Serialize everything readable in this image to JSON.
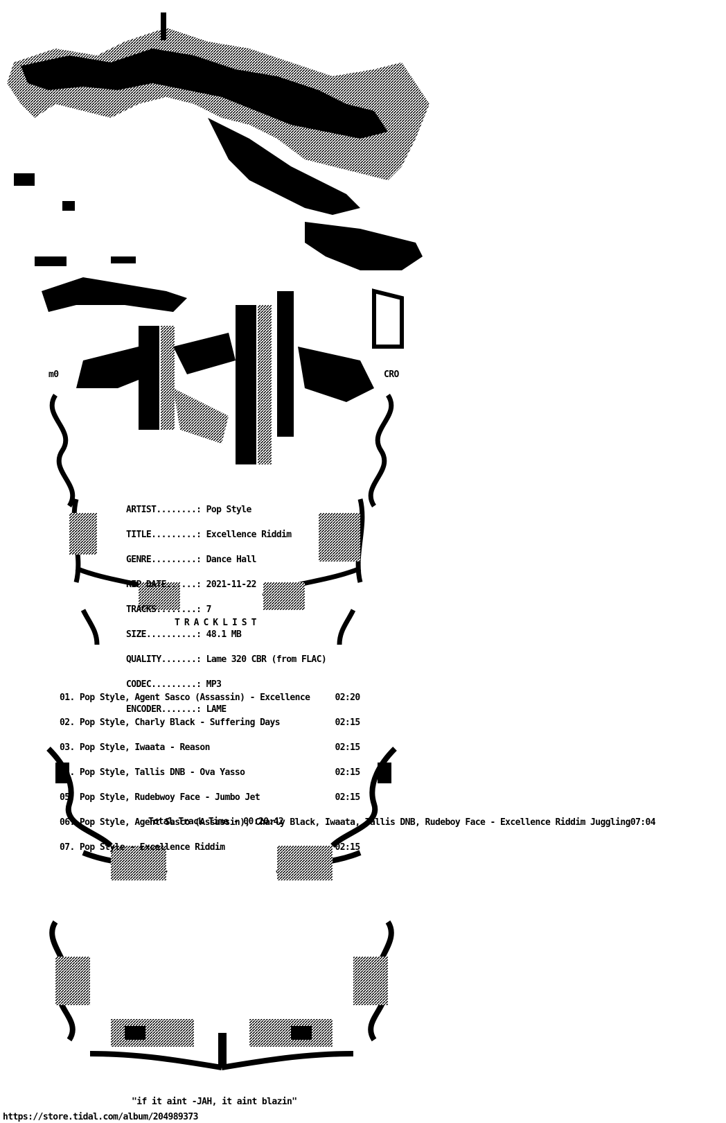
{
  "art_tags": {
    "left": "m0",
    "right": "CRO"
  },
  "info": [
    {
      "label": "ARTIST........:",
      "value": "Pop Style"
    },
    {
      "label": "TITLE.........:",
      "value": "Excellence Riddim"
    },
    {
      "label": "GENRE.........:",
      "value": "Dance Hall"
    },
    {
      "label": "RIP DATE......:",
      "value": "2021-11-22"
    },
    {
      "label": "TRACKS........:",
      "value": "7"
    },
    {
      "label": "SIZE..........:",
      "value": "48.1 MB"
    },
    {
      "label": "QUALITY.......:",
      "value": "Lame 320 CBR (from FLAC)"
    },
    {
      "label": "CODEC.........:",
      "value": "MP3"
    },
    {
      "label": "ENCODER.......:",
      "value": "LAME"
    }
  ],
  "tracklist_heading": "TRACKLIST",
  "tracks": [
    {
      "text": "01. Pop Style, Agent Sasco (Assassin) - Excellence     ",
      "time": "02:20"
    },
    {
      "text": "02. Pop Style, Charly Black - Suffering Days           ",
      "time": "02:15"
    },
    {
      "text": "03. Pop Style, Iwaata - Reason                         ",
      "time": "02:15"
    },
    {
      "text": "04. Pop Style, Tallis DNB - Ova Yasso                  ",
      "time": "02:15"
    },
    {
      "text": "05. Pop Style, Rudebwoy Face - Jumbo Jet               ",
      "time": "02:15"
    },
    {
      "text": "06. Pop Style, Agent Sasco (Assassin), Charly Black, Iwaata, Tallis DNB, Rudeboy Face - Excellence Riddim Juggling",
      "time": "07:04"
    },
    {
      "text": "07. Pop Style - Excellence Riddim                      ",
      "time": "02:15"
    }
  ],
  "total_time": "Total Track Time - 00:20:42",
  "quote": "\"if it aint -JAH, it aint blazin\"",
  "url": "https://store.tidal.com/album/204989373"
}
